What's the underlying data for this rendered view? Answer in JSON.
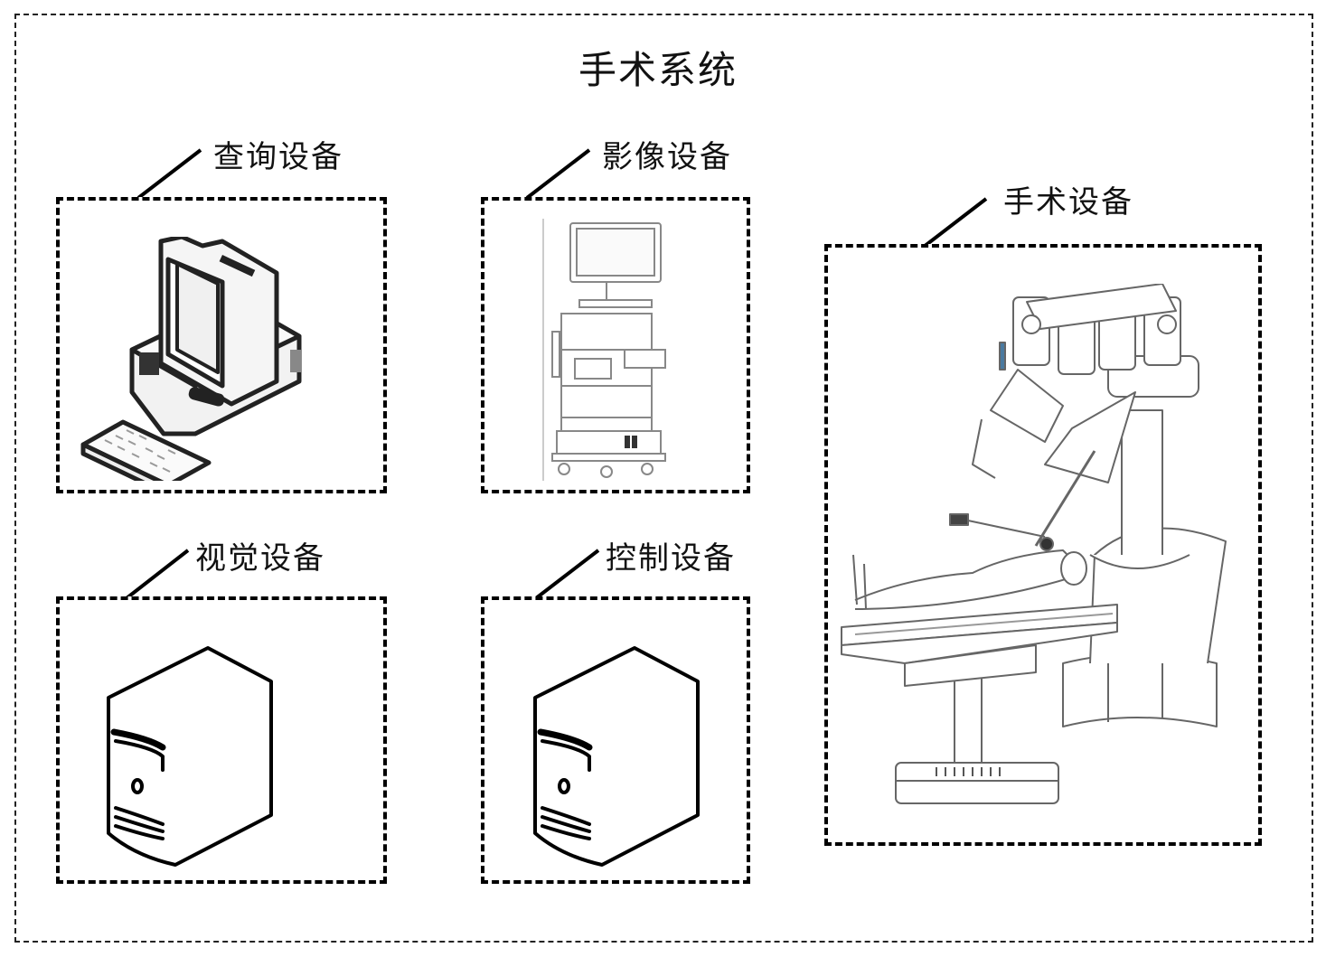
{
  "diagram": {
    "title": "手术系统",
    "devices": [
      {
        "id": "query",
        "label": "查询设备",
        "illustration": "desktop-computer-icon"
      },
      {
        "id": "imaging",
        "label": "影像设备",
        "illustration": "imaging-cart-icon"
      },
      {
        "id": "surgical",
        "label": "手术设备",
        "illustration": "surgical-robot-icon"
      },
      {
        "id": "vision",
        "label": "视觉设备",
        "illustration": "server-tower-icon"
      },
      {
        "id": "control",
        "label": "控制设备",
        "illustration": "server-tower-icon"
      }
    ]
  }
}
